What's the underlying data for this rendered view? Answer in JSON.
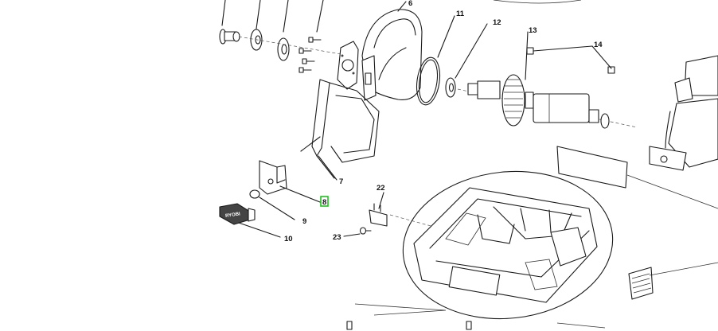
{
  "diagram": {
    "callouts": [
      {
        "id": "c6",
        "text": "6"
      },
      {
        "id": "c7",
        "text": "7"
      },
      {
        "id": "c8",
        "text": "8"
      },
      {
        "id": "c9",
        "text": "9"
      },
      {
        "id": "c10",
        "text": "10"
      },
      {
        "id": "c11",
        "text": "11"
      },
      {
        "id": "c12",
        "text": "12"
      },
      {
        "id": "c13",
        "text": "13"
      },
      {
        "id": "c14",
        "text": "14"
      },
      {
        "id": "c22",
        "text": "22"
      },
      {
        "id": "c23",
        "text": "23"
      }
    ],
    "brand_badge_text": "RYOBI",
    "highlighted_callout": "8",
    "highlight_color": "#1ec21e"
  }
}
